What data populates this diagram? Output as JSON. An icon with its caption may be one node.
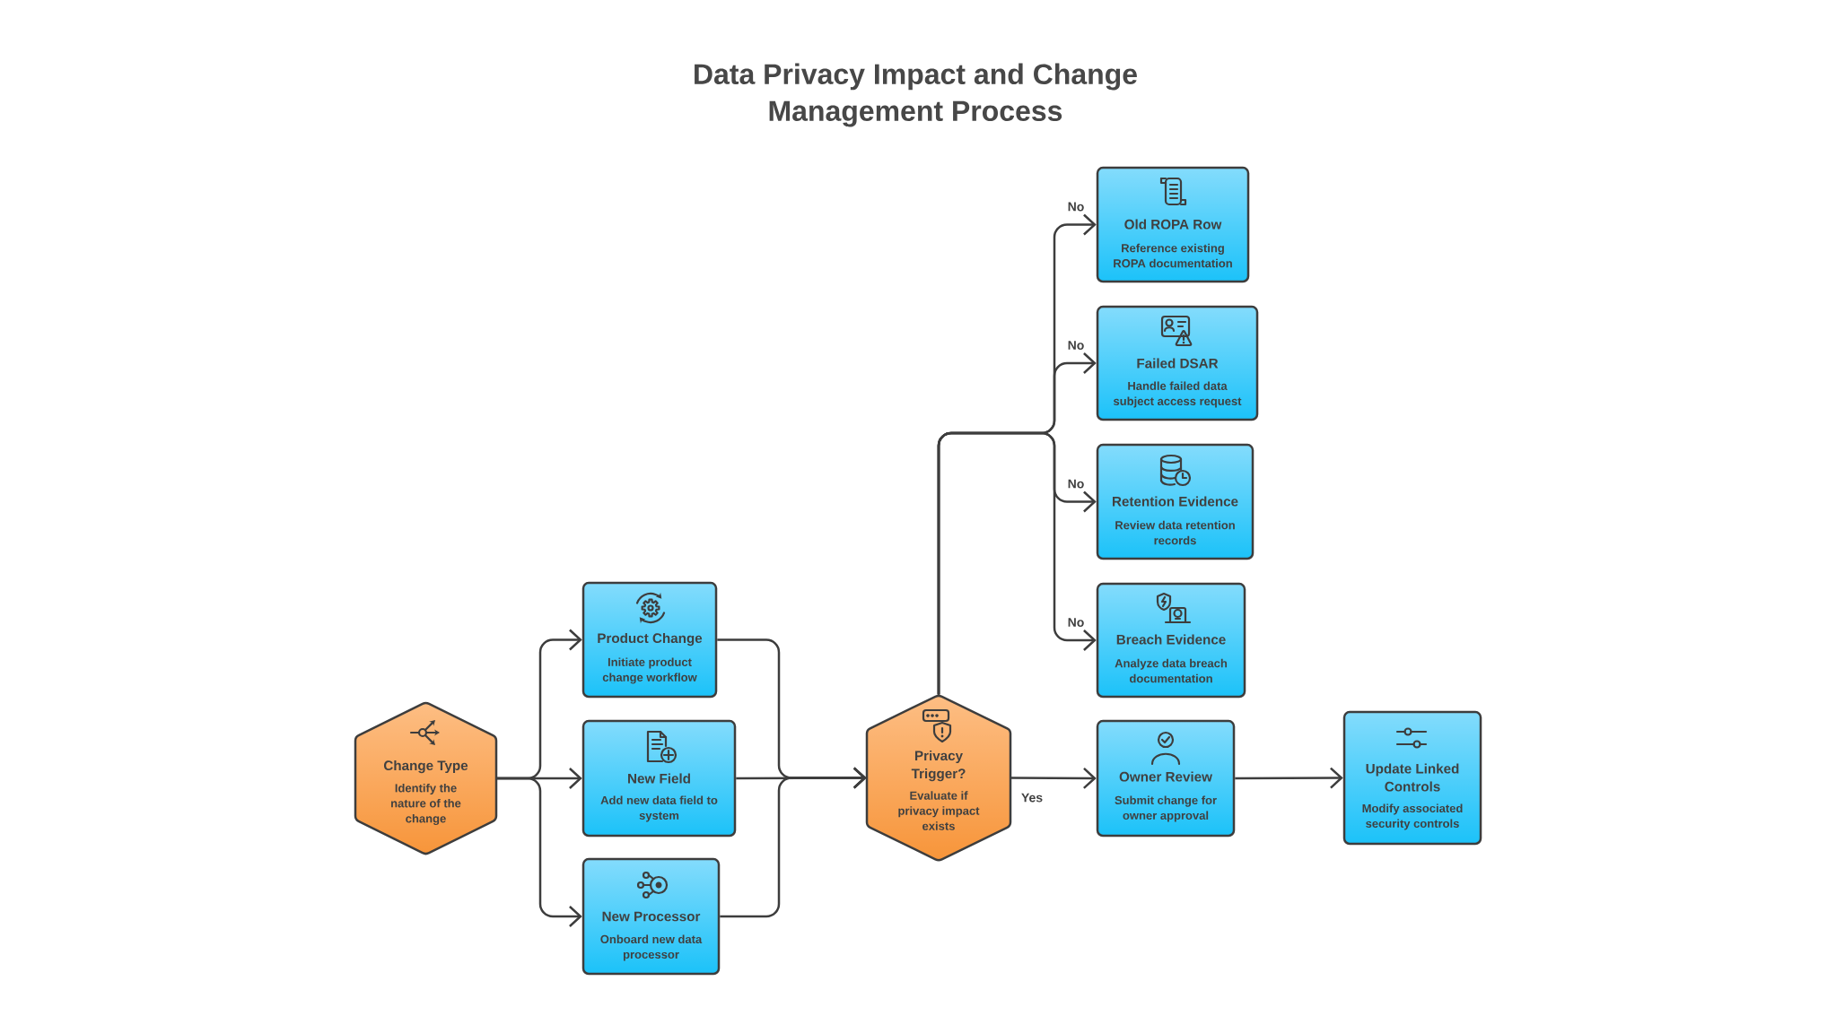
{
  "diagram": {
    "title": "Data Privacy Impact and Change Management Process",
    "nodes": [
      {
        "text": [
          "Change Type",
          "Identify the nature of the change"
        ]
      },
      {
        "text": [
          "Product Change",
          "Initiate product change workflow"
        ]
      },
      {
        "text": [
          "New Field",
          "Add new data field to system"
        ]
      },
      {
        "text": [
          "New Processor",
          "Onboard new data processor"
        ]
      },
      {
        "text": [
          "Privacy Trigger?",
          "Evaluate if privacy impact exists"
        ]
      },
      {
        "text": [
          "Old ROPA Row",
          "Reference existing ROPA documentation"
        ]
      },
      {
        "text": [
          "Failed DSAR",
          "Handle failed data subject access request"
        ]
      },
      {
        "text": [
          "Retention Evidence",
          "Review data retention records"
        ]
      },
      {
        "text": [
          "Breach Evidence",
          "Analyze data breach documentation"
        ]
      },
      {
        "text": [
          "Owner Review",
          "Submit change for owner approval"
        ]
      },
      {
        "text": [
          "Update Linked Controls",
          "Modify associated security controls"
        ]
      }
    ],
    "edges": [
      {
        "from": 0,
        "to": 1,
        "arrow": "to"
      },
      {
        "from": 0,
        "to": 2,
        "arrow": "to"
      },
      {
        "from": 0,
        "to": 3,
        "arrow": "to"
      },
      {
        "from": 1,
        "to": 4,
        "arrow": "to"
      },
      {
        "from": 2,
        "to": 4,
        "arrow": "to"
      },
      {
        "from": 3,
        "to": 4,
        "arrow": "to"
      },
      {
        "from": 4,
        "to": 5,
        "arrow": "to",
        "label": "No"
      },
      {
        "from": 4,
        "to": 6,
        "arrow": "to",
        "label": "No"
      },
      {
        "from": 4,
        "to": 7,
        "arrow": "to",
        "label": "No"
      },
      {
        "from": 4,
        "to": 8,
        "arrow": "to",
        "label": "No"
      },
      {
        "from": 4,
        "to": 9,
        "arrow": "to",
        "label": "Yes"
      },
      {
        "from": 9,
        "to": 10,
        "arrow": "to"
      }
    ]
  }
}
